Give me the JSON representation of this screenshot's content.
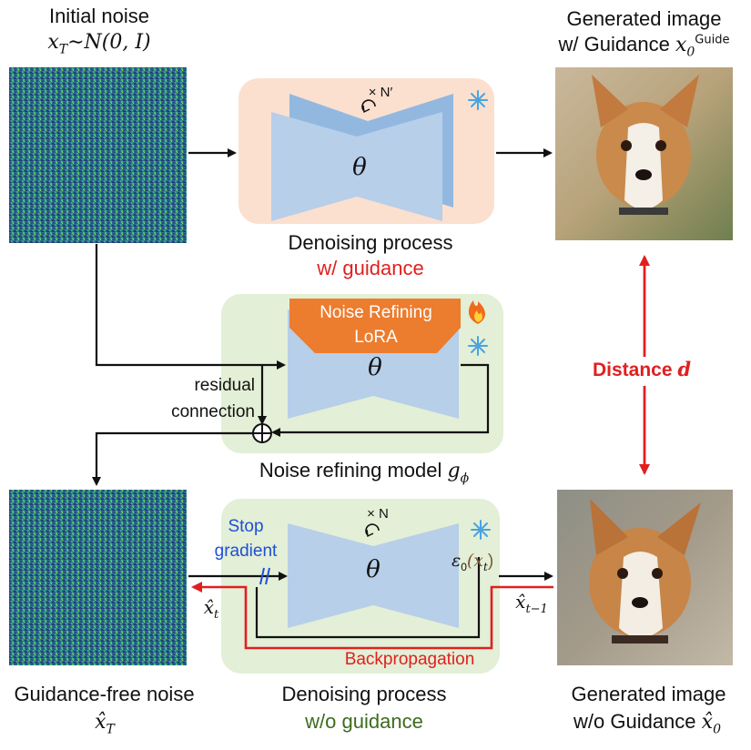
{
  "labels": {
    "initial_noise": "Initial noise",
    "initial_noise_math": "x",
    "initial_noise_sub": "T",
    "initial_noise_rest": "∼N(0, I)",
    "generated_top_line1": "Generated image",
    "generated_top_line2": "w/ Guidance ",
    "generated_top_math": "x",
    "generated_top_sub": "0",
    "generated_top_sup": "Guide",
    "denoise_top_line1": "Denoising process",
    "denoise_top_line2": "w/ guidance",
    "repeat_top": "× N′",
    "theta": "θ",
    "lora_line1": "Noise Refining",
    "lora_line2": "LoRA",
    "residual_line1": "residual",
    "residual_line2": "connection",
    "noise_refining_model": "Noise refining model ",
    "noise_refining_math": "g",
    "noise_refining_sub": "ϕ",
    "distance": "Distance ",
    "distance_math": "d",
    "stop_gradient_line1": "Stop",
    "stop_gradient_line2": "gradient",
    "repeat_bottom": "× N",
    "eps_math": "ε",
    "eps_sub": "0",
    "eps_arg": "(x",
    "eps_arg_sub": "t",
    "eps_close": ")",
    "xt_hat": "x̂",
    "xt_sub": "t",
    "xt1_hat": "x̂",
    "xt1_sub": "t−1",
    "backprop": "Backpropagation",
    "guidance_free_line1": "Guidance-free noise",
    "guidance_free_math": "x̂",
    "guidance_free_sub": "T",
    "denoise_bottom_line1": "Denoising process",
    "denoise_bottom_line2": "w/o guidance",
    "generated_bottom_line1": "Generated image",
    "generated_bottom_line2": "w/o Guidance ",
    "generated_bottom_math": "x̂",
    "generated_bottom_sub": "0"
  },
  "icons": {
    "frozen": "snowflake-icon",
    "trainable": "fire-icon"
  },
  "colors": {
    "top_panel": "#fbe0cf",
    "mid_panel": "#e3efd6",
    "bottom_panel": "#e3efd6",
    "unet": "#b7cfe9",
    "unet_back": "#93b8e0",
    "lora": "#ec7c2e",
    "noise_base": "#2a6b8c",
    "red_arrow": "#e02020",
    "black_arrow": "#111111"
  }
}
